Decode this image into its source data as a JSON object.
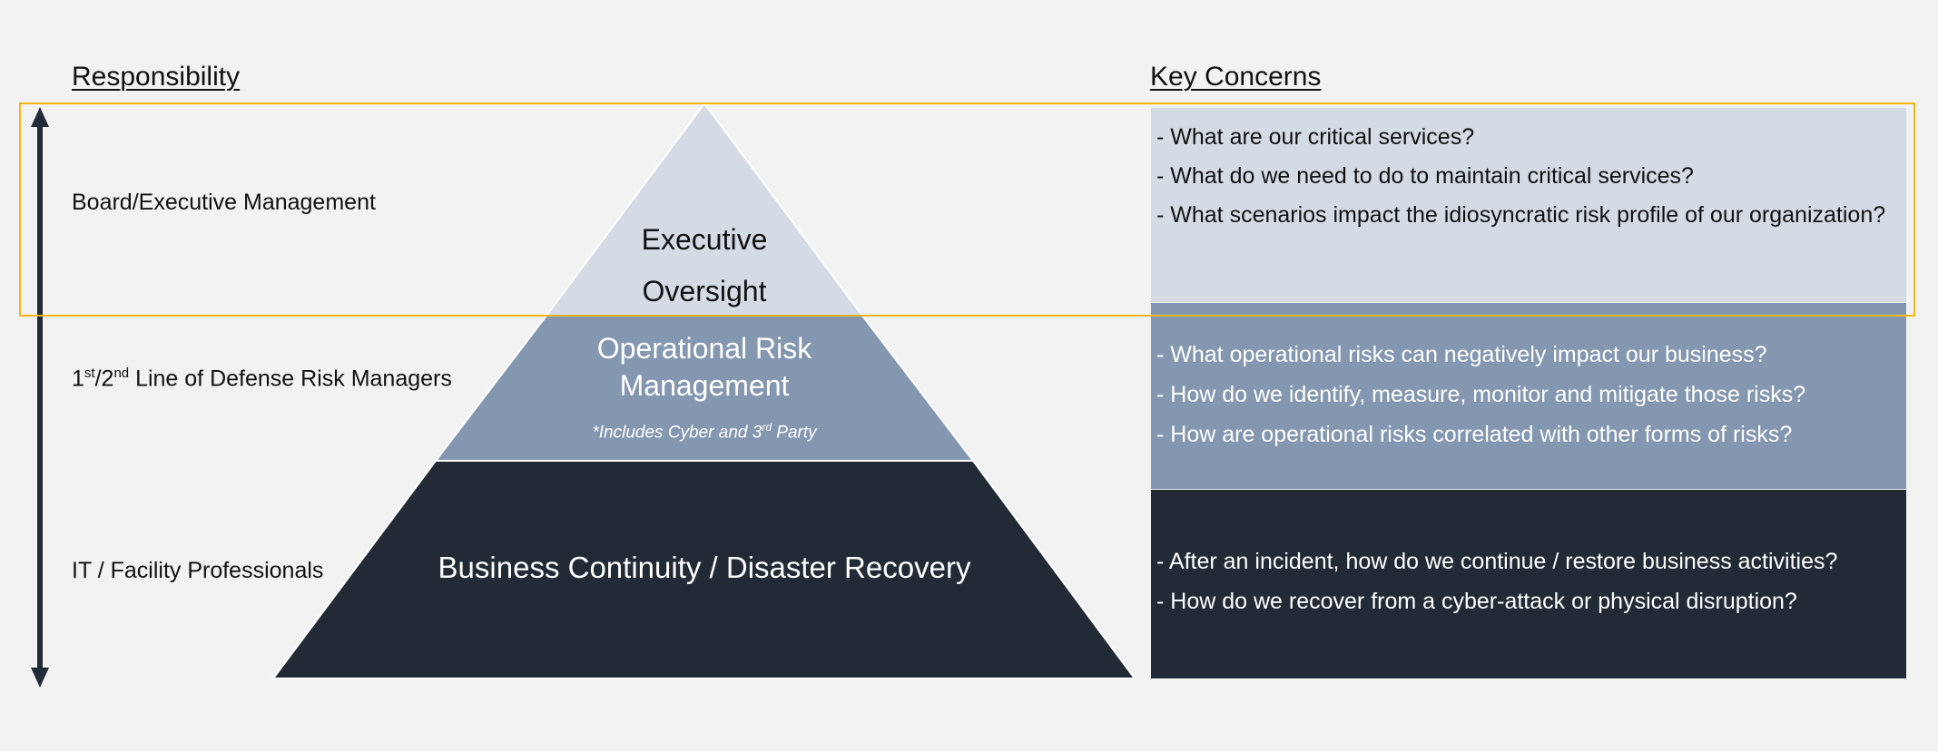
{
  "headings": {
    "responsibility": "Responsibility",
    "key_concerns": "Key Concerns"
  },
  "responsibility": {
    "board": "Board/Executive Management",
    "lod_prefix_1": "1",
    "lod_sup_1": "st",
    "lod_slash": "/2",
    "lod_sup_2": "nd",
    "lod_rest": " Line of Defense Risk Managers",
    "it": "IT / Facility Professionals"
  },
  "pyramid": {
    "exec_line1": "Executive",
    "exec_line2": "Oversight",
    "ops_line1": "Operational Risk",
    "ops_line2": "Management",
    "ops_note_prefix": "*Includes Cyber and 3",
    "ops_note_sup": "rd",
    "ops_note_suffix": " Party",
    "bcdr": "Business Continuity / Disaster Recovery"
  },
  "concerns": {
    "exec": [
      "- What are our critical services?",
      "- What do we need to do to maintain critical services?",
      "- What scenarios impact the idiosyncratic risk profile of our organization?"
    ],
    "ops": [
      "- What operational risks can negatively impact our business?",
      "- How do we identify, measure, monitor and mitigate those risks?",
      "- How are operational risks correlated  with other forms of risks?"
    ],
    "bcdr": [
      "- After an incident, how do we continue / restore business activities?",
      "- How do we recover from a cyber-attack or physical disruption?"
    ]
  },
  "colors": {
    "background": "#f2f2f2",
    "tier_exec": "#d5dbe5",
    "tier_ops": "#8497b0",
    "tier_bcdr": "#222a35",
    "highlight": "#f5b70f",
    "arrow": "#222a35"
  }
}
